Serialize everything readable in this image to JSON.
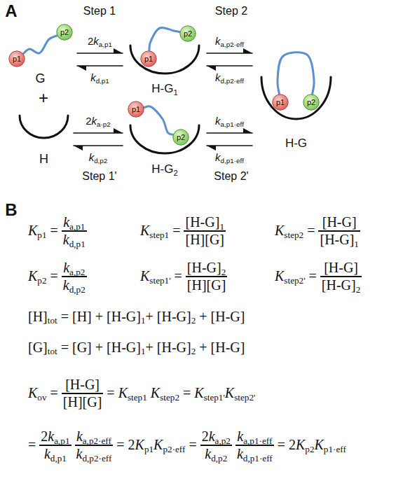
{
  "diagram": {
    "nodes": [
      {
        "text": [
          "G"
        ]
      },
      {
        "text": [
          "p1"
        ],
        "in": 0
      },
      {
        "text": [
          "p2"
        ],
        "in": 0
      },
      {
        "text": [
          "H-G1"
        ]
      },
      {
        "text": [
          "p1"
        ],
        "in": 3
      },
      {
        "text": [
          "p2"
        ],
        "in": 3
      },
      {
        "text": [
          "H-G"
        ]
      },
      {
        "text": [
          "p1"
        ],
        "in": 6
      },
      {
        "text": [
          "p2"
        ],
        "in": 6
      },
      {
        "text": [
          "H"
        ]
      },
      {
        "text": [
          "H-G2"
        ]
      },
      {
        "text": [
          "p1"
        ],
        "in": 10
      },
      {
        "text": [
          "p2"
        ],
        "in": 10
      }
    ],
    "edges": [
      {
        "from": 1,
        "to": 2,
        "arrow": "none"
      },
      {
        "from": 4,
        "to": 5,
        "arrow": "none"
      },
      {
        "from": 7,
        "to": 8,
        "arrow": "none"
      },
      {
        "from": 11,
        "to": 12,
        "arrow": "none"
      },
      {
        "from": 0,
        "to": 3,
        "label": "2ka,p1",
        "arrow": "to"
      },
      {
        "from": 3,
        "to": 0,
        "label": "kd,p1",
        "arrow": "to"
      },
      {
        "from": 3,
        "to": 6,
        "label": "ka,p2·eff",
        "arrow": "to"
      },
      {
        "from": 6,
        "to": 3,
        "label": "kd,p2·eff",
        "arrow": "to"
      },
      {
        "from": 9,
        "to": 10,
        "label": "2ka·p2",
        "arrow": "to"
      },
      {
        "from": 10,
        "to": 9,
        "label": "kd,p2",
        "arrow": "to"
      },
      {
        "from": 10,
        "to": 6,
        "label": "ka,p1·eff",
        "arrow": "to"
      },
      {
        "from": 6,
        "to": 10,
        "label": "kd,p1·eff",
        "arrow": "to"
      }
    ],
    "labels": [
      "A",
      "Step 1",
      "Step 2",
      "+",
      "Step 1'",
      "Step 2'",
      "B",
      "Kp1 =",
      "ka,p1",
      "kd,p1",
      "Kstep1 =",
      "[H-G]1",
      "[H][G]",
      "Kstep2 =",
      "[H-G]",
      "[H-G]1",
      "Kp2 =",
      "ka,p2",
      "kd,p2",
      "Kstep1' =",
      "[H-G]2",
      "[H][G]",
      "Kstep2' =",
      "[H-G]",
      "[H-G]2",
      "[H]tot = [H] + [H-G]1+ [H-G]2 + [H-G]",
      "[G]tot = [G] + [H-G]1+ [H-G]2 + [H-G]",
      "Kov =",
      "[H-G]",
      "[H][G]",
      "= Kstep1 Kstep2 = Kstep1'Kstep2'",
      "=",
      "2ka,p1",
      "kd,p1",
      "ka,p2·eff",
      "kd,p2·eff",
      "= 2Kp1Kp2·eff =",
      "2ka,p2",
      "kd,p2",
      "ka,p1·eff",
      "kd,p1·eff",
      "= 2Kp2Kp1·eff"
    ]
  }
}
